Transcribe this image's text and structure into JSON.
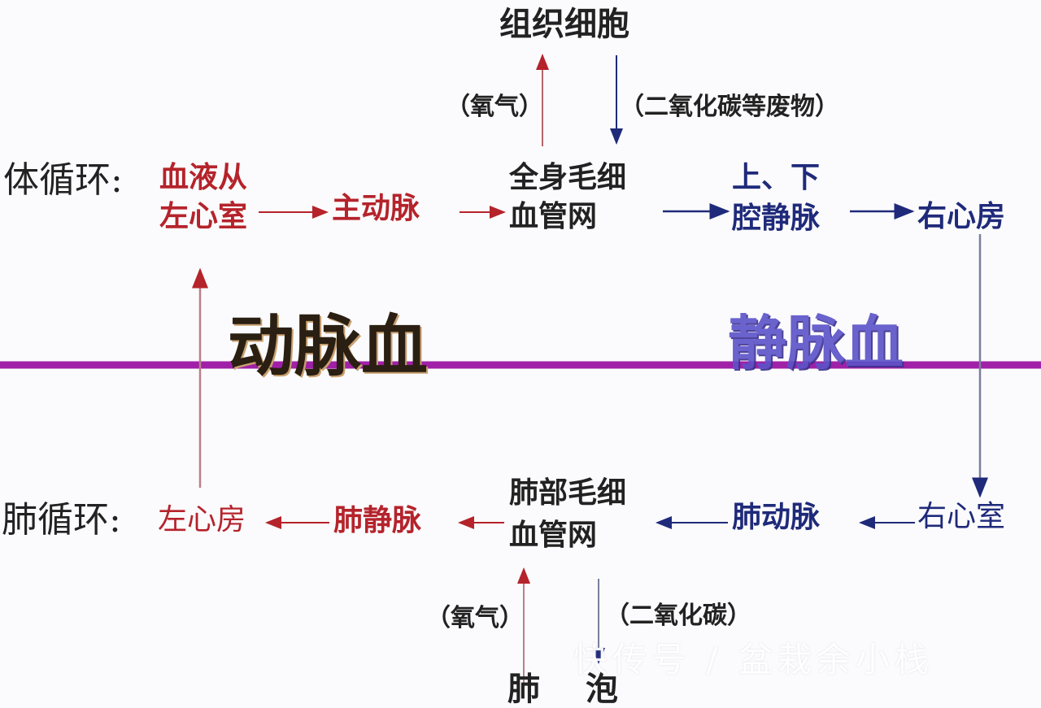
{
  "diagram": {
    "top": {
      "tissue_cells": "组织细胞",
      "oxygen_label": "（氧气）",
      "co2_waste_label": "（二氧化碳等废物）"
    },
    "systemic": {
      "title": "体循环:",
      "node1_line1": "血液从",
      "node1_line2": "左心室",
      "node2": "主动脉",
      "node3_line1": "全身毛细",
      "node3_line2": "血管网",
      "node4_line1": "上、下",
      "node4_line2": "腔静脉",
      "node5": "右心房"
    },
    "divider": {
      "arterial_label": "动脉血",
      "venous_label": "静脉血",
      "line_color": "#a020a8"
    },
    "pulmonary": {
      "title": "肺循环:",
      "node1": "左心房",
      "node2": "肺静脉",
      "node3_line1": "肺部毛细",
      "node3_line2": "血管网",
      "node4": "肺动脉",
      "node5": "右心室"
    },
    "bottom": {
      "oxygen_label": "（氧气）",
      "co2_label": "（二氧化碳）",
      "alveoli_partial": "肺泡"
    },
    "colors": {
      "arterial": "#b5232b",
      "venous": "#1f2a7a",
      "text": "#222222"
    },
    "watermark": "快传号 / 盆栽余小栈"
  }
}
